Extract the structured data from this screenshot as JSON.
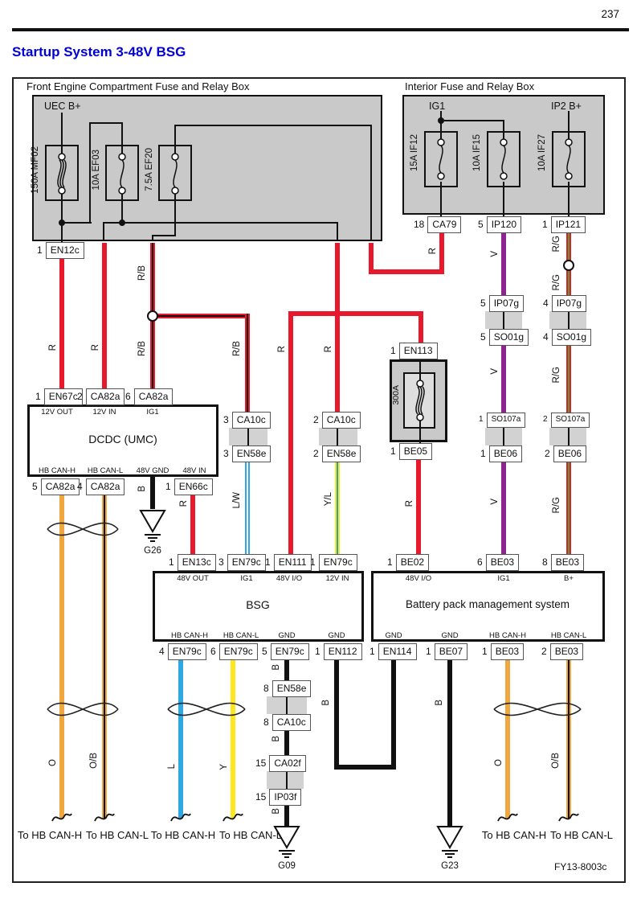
{
  "page": {
    "number": "237",
    "title": "Startup System 3-48V BSG",
    "code": "FY13-8003c"
  },
  "front_box": {
    "title": "Front Engine Compartment Fuse and Relay Box",
    "source": "UEC B+",
    "fuses": [
      "150A MF02",
      "10A EF03",
      "7.5A EF20"
    ]
  },
  "interior_box": {
    "title": "Interior Fuse and Relay Box",
    "source_left": "IG1",
    "source_right": "IP2 B+",
    "fuses": [
      "15A IF12",
      "10A IF15",
      "10A IF27"
    ]
  },
  "fuse_300a": "300A",
  "units": {
    "dcdc": {
      "name": "DCDC (UMC)",
      "fns_top": [
        "12V OUT",
        "12V IN",
        "IG1"
      ],
      "fns_bottom": [
        "HB CAN-H",
        "HB CAN-L",
        "48V GND",
        "48V IN"
      ]
    },
    "bsg": {
      "name": "BSG",
      "fns_top": [
        "48V OUT",
        "IG1",
        "48V I/O",
        "12V IN"
      ],
      "fns_bottom": [
        "HB CAN-H",
        "HB CAN-L",
        "GND",
        "GND"
      ]
    },
    "battery": {
      "name": "Battery pack management system",
      "fns_top": [
        "48V I/O",
        "IG1",
        "B+"
      ],
      "fns_bottom": [
        "GND",
        "GND",
        "HB CAN-H",
        "HB CAN-L"
      ]
    }
  },
  "conn": {
    "en12c": {
      "pin": "1",
      "name": "EN12c"
    },
    "en67c": {
      "pin": "1",
      "name": "EN67c"
    },
    "ca82a2": {
      "pin": "2",
      "name": "CA82a"
    },
    "ca82a6": {
      "pin": "6",
      "name": "CA82a"
    },
    "ca82a5": {
      "pin": "5",
      "name": "CA82a"
    },
    "ca82a4": {
      "pin": "4",
      "name": "CA82a"
    },
    "en66c": {
      "pin": "1",
      "name": "EN66c"
    },
    "ca10c3": {
      "pin": "3",
      "name": "CA10c"
    },
    "en58e3": {
      "pin": "3",
      "name": "EN58e"
    },
    "ca10c2": {
      "pin": "2",
      "name": "CA10c"
    },
    "en58e2": {
      "pin": "2",
      "name": "EN58e"
    },
    "en13c": {
      "pin": "1",
      "name": "EN13c"
    },
    "en79c3": {
      "pin": "3",
      "name": "EN79c"
    },
    "en111": {
      "pin": "1",
      "name": "EN111"
    },
    "en79c1": {
      "pin": "1",
      "name": "EN79c"
    },
    "en79c4": {
      "pin": "4",
      "name": "EN79c"
    },
    "en79c6": {
      "pin": "6",
      "name": "EN79c"
    },
    "en79c5": {
      "pin": "5",
      "name": "EN79c"
    },
    "en112": {
      "pin": "1",
      "name": "EN112"
    },
    "en58e8": {
      "pin": "8",
      "name": "EN58e"
    },
    "ca10c8": {
      "pin": "8",
      "name": "CA10c"
    },
    "ca02f15": {
      "pin": "15",
      "name": "CA02f"
    },
    "ip03f15": {
      "pin": "15",
      "name": "IP03f"
    },
    "en113": {
      "pin": "1",
      "name": "EN113"
    },
    "be05": {
      "pin": "1",
      "name": "BE05"
    },
    "be02": {
      "pin": "1",
      "name": "BE02"
    },
    "en114": {
      "pin": "1",
      "name": "EN114"
    },
    "be07": {
      "pin": "1",
      "name": "BE07"
    },
    "be03c1": {
      "pin": "1",
      "name": "BE03"
    },
    "be03c2": {
      "pin": "2",
      "name": "BE03"
    },
    "be03ig": {
      "pin": "6",
      "name": "BE03"
    },
    "be03b": {
      "pin": "8",
      "name": "BE03"
    },
    "ca79": {
      "pin": "18",
      "name": "CA79"
    },
    "ip120": {
      "pin": "5",
      "name": "IP120"
    },
    "ip121": {
      "pin": "1",
      "name": "IP121"
    },
    "ip07g5": {
      "pin": "5",
      "name": "IP07g"
    },
    "so01g5": {
      "pin": "5",
      "name": "SO01g"
    },
    "ip07g4": {
      "pin": "4",
      "name": "IP07g"
    },
    "so01g4": {
      "pin": "4",
      "name": "SO01g"
    },
    "so107a1": {
      "pin": "1",
      "name": "SO107a"
    },
    "be061": {
      "pin": "1",
      "name": "BE06"
    },
    "so107a2": {
      "pin": "2",
      "name": "SO107a"
    },
    "be062": {
      "pin": "2",
      "name": "BE06"
    }
  },
  "wires": {
    "r": "R",
    "rb": "R/B",
    "rg": "R/G",
    "v": "V",
    "b": "B",
    "o": "O",
    "ob": "O/B",
    "l": "L",
    "y": "Y",
    "lw": "L/W",
    "yl": "Y/L"
  },
  "grounds": {
    "g26": "G26",
    "g09": "G09",
    "g23": "G23"
  },
  "can": {
    "h": "To HB CAN-H",
    "l": "To HB CAN-L"
  },
  "colors": {
    "red": "#e8192c",
    "orange": "#f0a73f",
    "yellow": "#ffe71f",
    "blue": "#2fa8e1",
    "violet": "#8e2490",
    "green_stripe": "#3aaa35",
    "title_blue": "#0000d4",
    "box_gray": "#c9c9c9"
  }
}
